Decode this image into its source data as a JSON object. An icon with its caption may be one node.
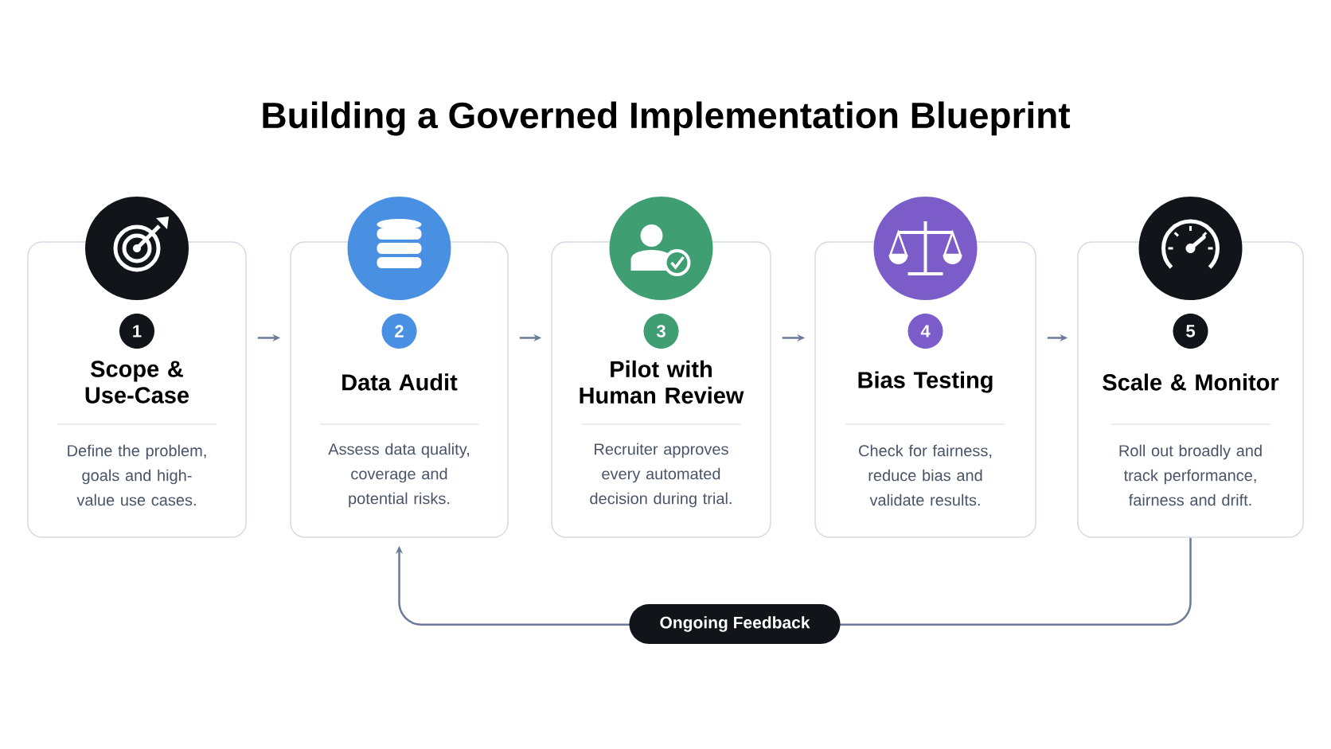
{
  "diagram": {
    "title": "Building a Governed Implementation Blueprint",
    "nodes": [
      {
        "text": [
          "Scope & Use-Case",
          "Define the problem, goals and high-value use cases."
        ]
      },
      {
        "text": [
          "1"
        ],
        "in": 0
      },
      {
        "text": [
          "Data Audit",
          "Assess data quality, coverage and potential risks."
        ]
      },
      {
        "text": [
          "2"
        ],
        "in": 2
      },
      {
        "text": [
          "Pilot with Human Review",
          "Recruiter approves every automated decision during trial."
        ]
      },
      {
        "text": [
          "3"
        ],
        "in": 4
      },
      {
        "text": [
          "Bias Testing",
          "Check for fairness, reduce bias and validate results."
        ]
      },
      {
        "text": [
          "4"
        ],
        "in": 6
      },
      {
        "text": [
          "Scale & Monitor",
          "Roll out broadly and track performance, fairness and drift."
        ]
      },
      {
        "text": [
          "5"
        ],
        "in": 8
      }
    ],
    "edges": [
      {
        "from": 0,
        "to": 2,
        "arrow": "to"
      },
      {
        "from": 2,
        "to": 4,
        "arrow": "to"
      },
      {
        "from": 4,
        "to": 6,
        "arrow": "to"
      },
      {
        "from": 6,
        "to": 8,
        "arrow": "to"
      },
      {
        "from": 8,
        "to": 2,
        "arrow": "to",
        "label": "Ongoing Feedback"
      }
    ]
  }
}
